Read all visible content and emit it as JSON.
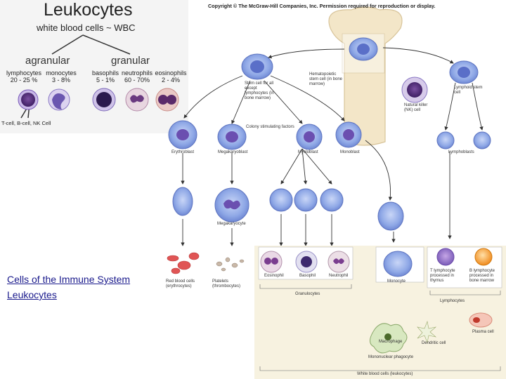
{
  "left_panel": {
    "title": "Leukocytes",
    "subtitle": "white blood cells ~ WBC",
    "group_agranular": "agranular",
    "group_granular": "granular",
    "cells": [
      {
        "name": "lymphocytes",
        "pct": "20 - 25 %"
      },
      {
        "name": "monocytes",
        "pct": "3 - 8%"
      },
      {
        "name": "basophils",
        "pct": "5 - 1%"
      },
      {
        "name": "neutrophils",
        "pct": "60 - 70%"
      },
      {
        "name": "eosinophils",
        "pct": "2 - 4%"
      }
    ],
    "lymph_types": "T-cell, B-cell, NK Cell"
  },
  "figure": {
    "copyright": "Copyright © The McGraw-Hill Companies, Inc. Permission required for reproduction or display.",
    "labels": {
      "hemato": "Hematopoietic stem cell (in bone marrow)",
      "stem": "Stem cell for all except lymphocytes (in bone marrow)",
      "csf": "Colony stimulating factors",
      "nk": "Natural killer (NK) cell",
      "lymphoid": "Lymphoid stem cell",
      "erythroblast": "Erythroblast",
      "megakaryoblast": "Megakaryoblast",
      "myeloblast": "Myeloblast",
      "monoblast": "Monoblast",
      "lymphoblast": "Lymphoblasts",
      "megakaryocyte": "Megakaryocyte",
      "rbc": "Red blood cells (erythrocytes)",
      "platelets": "Platelets (thrombocytes)",
      "eosinophil": "Eosinophil",
      "basophil": "Basophil",
      "neutrophil": "Neutrophil",
      "granulocytes": "Granulocytes",
      "monocyte": "Monocyte",
      "tlymph": "T lymphocyte processed in thymus",
      "blymph": "B lymphocyte processed in bone marrow",
      "lymphocytes": "Lymphocytes",
      "plasma": "Plasma cell",
      "macrophage": "Macrophage",
      "dendritic": "Dendritic cell",
      "mononuclear": "Mononuclear phagocyte",
      "wbc": "White blood cells (leukocytes)"
    }
  },
  "links": {
    "line1": "Cells of the Immune System",
    "line2": "Leukocytes"
  },
  "colors": {
    "stem_cell": "#8fa8e6",
    "nucleus": "#5a6fc8",
    "rbc": "#e05555",
    "bone": "#f3e6c8",
    "lower_panel": "#f7f2e0",
    "link": "#1a1a8c"
  }
}
